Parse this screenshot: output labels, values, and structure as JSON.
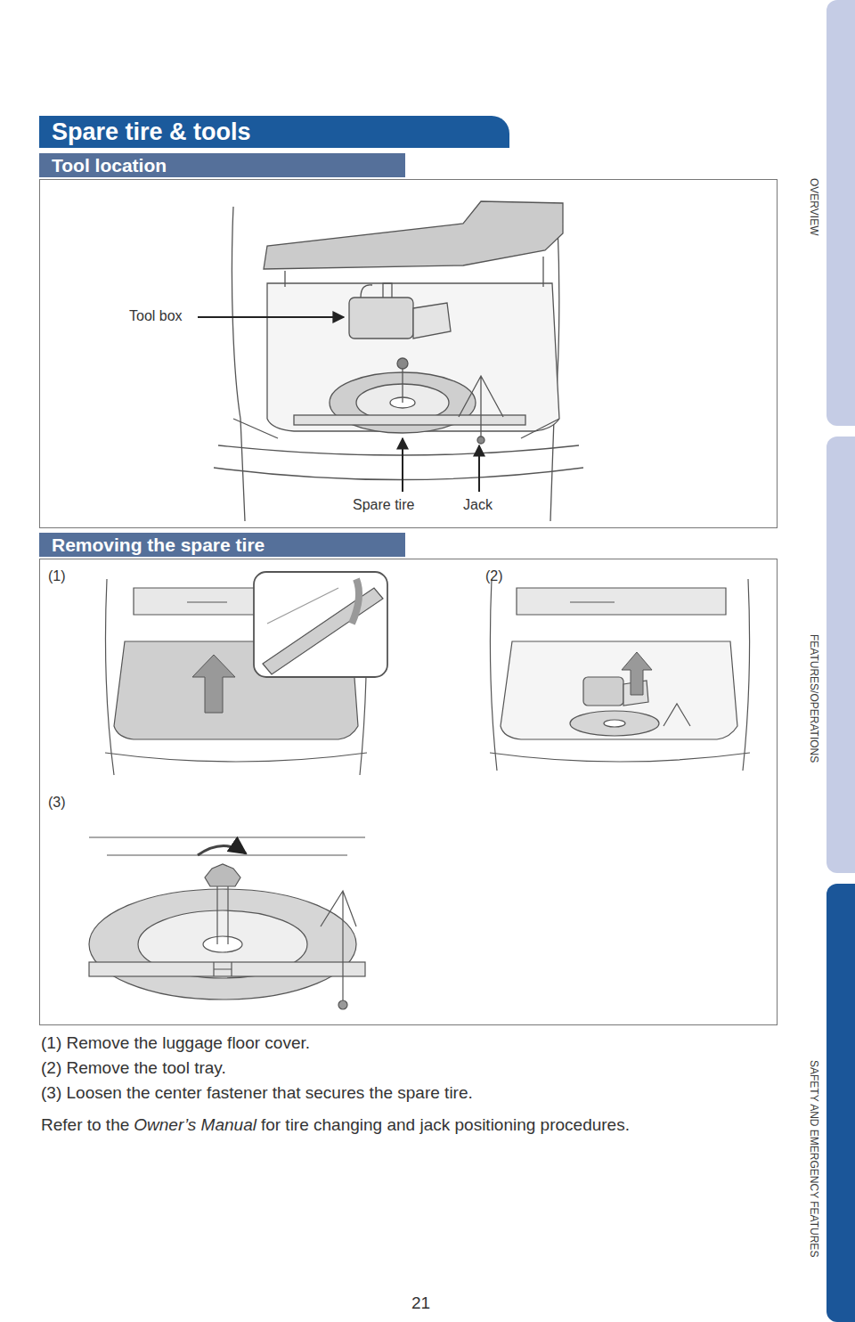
{
  "diagram": {
    "title": "Spare tire & tools",
    "nodes": [
      {
        "text": [
          "Tool location"
        ]
      },
      {
        "text": [
          "Removing the spare tire"
        ]
      },
      {
        "text": [
          "OVERVIEW"
        ]
      },
      {
        "text": [
          "FEATURES/OPERATIONS"
        ]
      },
      {
        "text": [
          "SAFETY AND EMERGENCY FEATURES"
        ]
      }
    ],
    "labels": [
      "Tool box",
      "Spare tire",
      "Jack",
      "(1)",
      "(2)",
      "(3)",
      "(1) Remove the luggage floor cover.",
      "(2) Remove the tool tray.",
      "(3) Loosen the center fastener that secures the spare tire.",
      "Refer to the",
      "Owner’s Manual",
      "for tire changing and jack positioning procedures.",
      "21"
    ]
  }
}
